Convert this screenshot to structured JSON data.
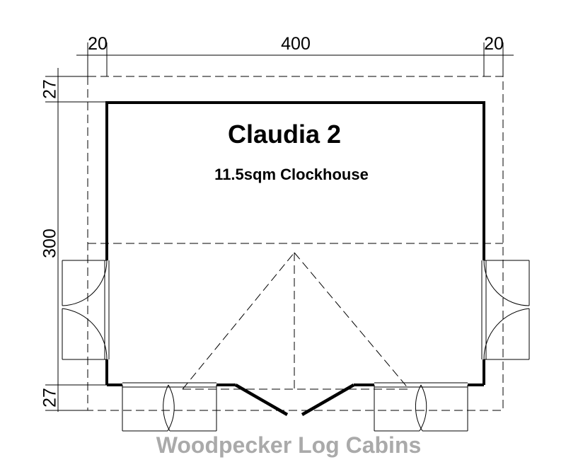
{
  "dimensions": {
    "top_left": "20",
    "top_center": "400",
    "top_right": "20",
    "left_top": "27",
    "left_middle": "300",
    "left_bottom": "27"
  },
  "plan": {
    "title": "Claudia 2",
    "subtitle": "11.5sqm Clockhouse"
  },
  "brand": {
    "text": "Woodpecker Log Cabins",
    "color": "#aaaaaa"
  }
}
